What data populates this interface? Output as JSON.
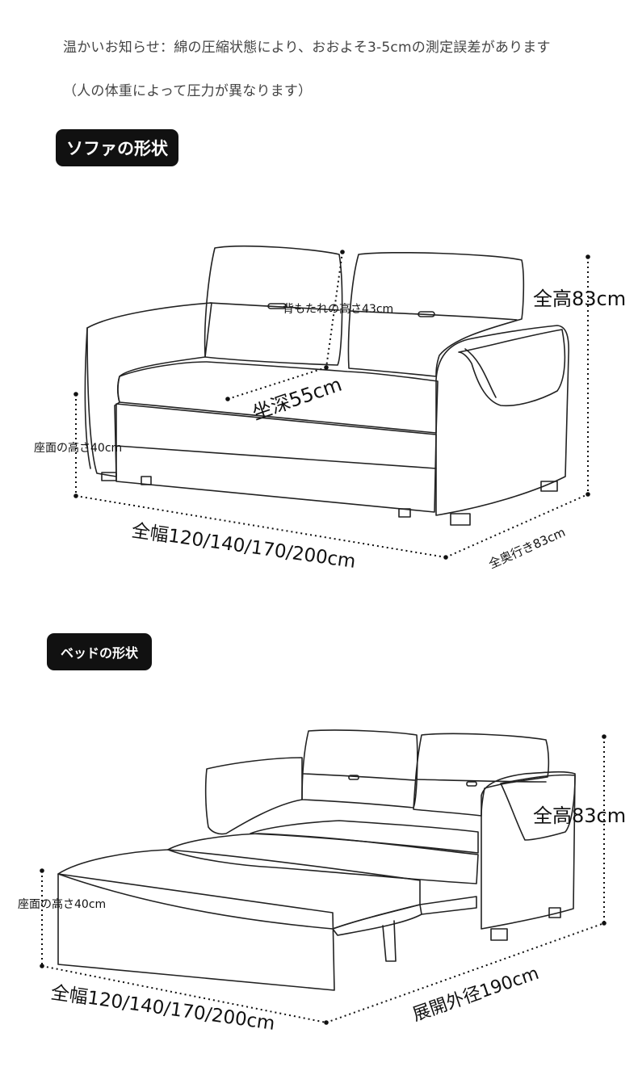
{
  "notice": {
    "line1": "温かいお知らせ：綿の圧縮状態により、おおよそ3-5cmの測定誤差があります",
    "line2": "（人の体重によって圧力が異なります）"
  },
  "sofa_section": {
    "title": "ソファの形状",
    "labels": {
      "backrest_height": "背もたれの高さ43cm",
      "total_height": "全高83cm",
      "seat_depth": "坐深55cm",
      "seat_height": "座面の高さ40cm",
      "total_width": "全幅120/140/170/200cm",
      "total_depth": "全奥行き83cm"
    }
  },
  "bed_section": {
    "title": "ベッドの形状",
    "labels": {
      "total_height": "全高83cm",
      "seat_height": "座面の高さ40cm",
      "total_width": "全幅120/140/170/200cm",
      "expanded_length": "展開外径190cm"
    }
  }
}
